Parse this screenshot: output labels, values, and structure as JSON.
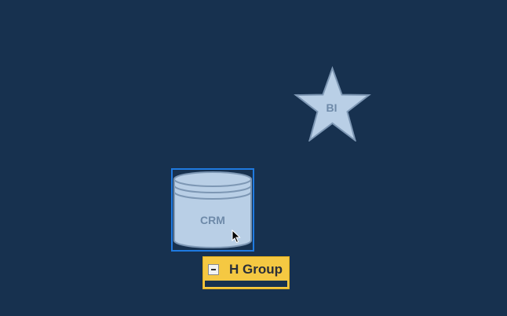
{
  "canvas": {
    "background": "#17314f"
  },
  "nodes": {
    "bi": {
      "label": "BI",
      "shape": "star",
      "fill": "#b9cfe6",
      "stroke": "#7d97b4"
    },
    "crm": {
      "label": "CRM",
      "shape": "database-cylinder",
      "fill": "#b9cfe6",
      "stroke": "#7d97b4",
      "selected": true,
      "selection_color": "#1f7ae0"
    }
  },
  "group": {
    "title": "H Group",
    "toggle_icon": "collapse-minus-icon",
    "fill": "#f5c842"
  },
  "cursor": {
    "icon": "arrow-pointer-icon"
  }
}
